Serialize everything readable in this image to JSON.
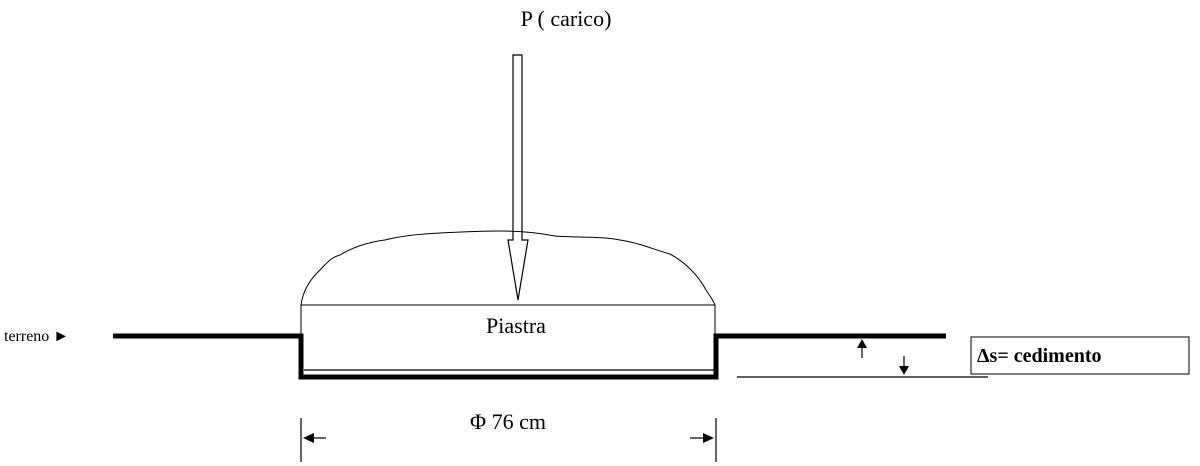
{
  "labels": {
    "load": "P ( carico)",
    "plate": "Piastra",
    "diameter": "Φ 76 cm",
    "ground": "terreno ►",
    "settlement": "Δs= cedimento"
  },
  "colors": {
    "ink": "#000000",
    "background": "#ffffff"
  }
}
